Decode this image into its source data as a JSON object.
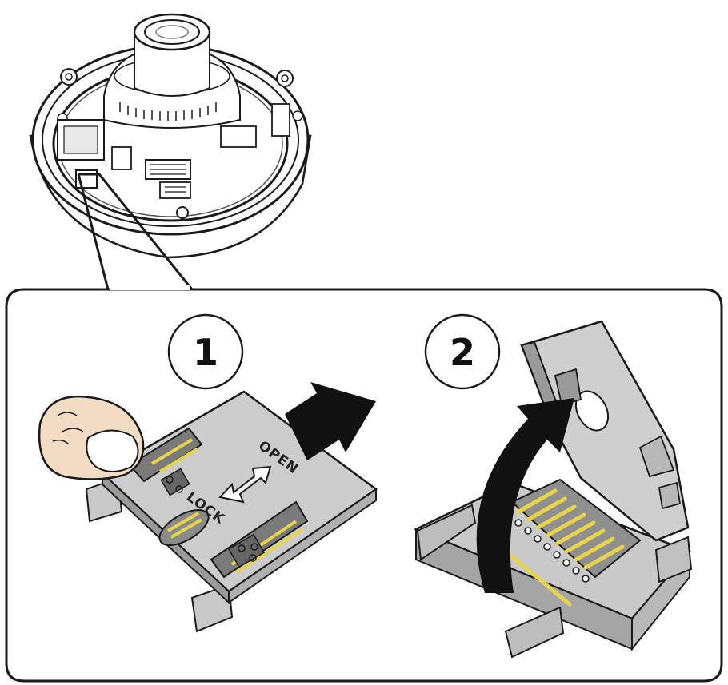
{
  "steps": [
    {
      "number": "1"
    },
    {
      "number": "2"
    }
  ],
  "card_slot": {
    "open_label": "OPEN",
    "lock_label": "LOCK"
  },
  "colors": {
    "outline": "#1a1a1a",
    "metal": "#c9c9c9",
    "metal_dark": "#9a9a9a",
    "contact_gold": "#e8d44a",
    "skin": "#f3dcc4",
    "arrow": "#111111"
  }
}
